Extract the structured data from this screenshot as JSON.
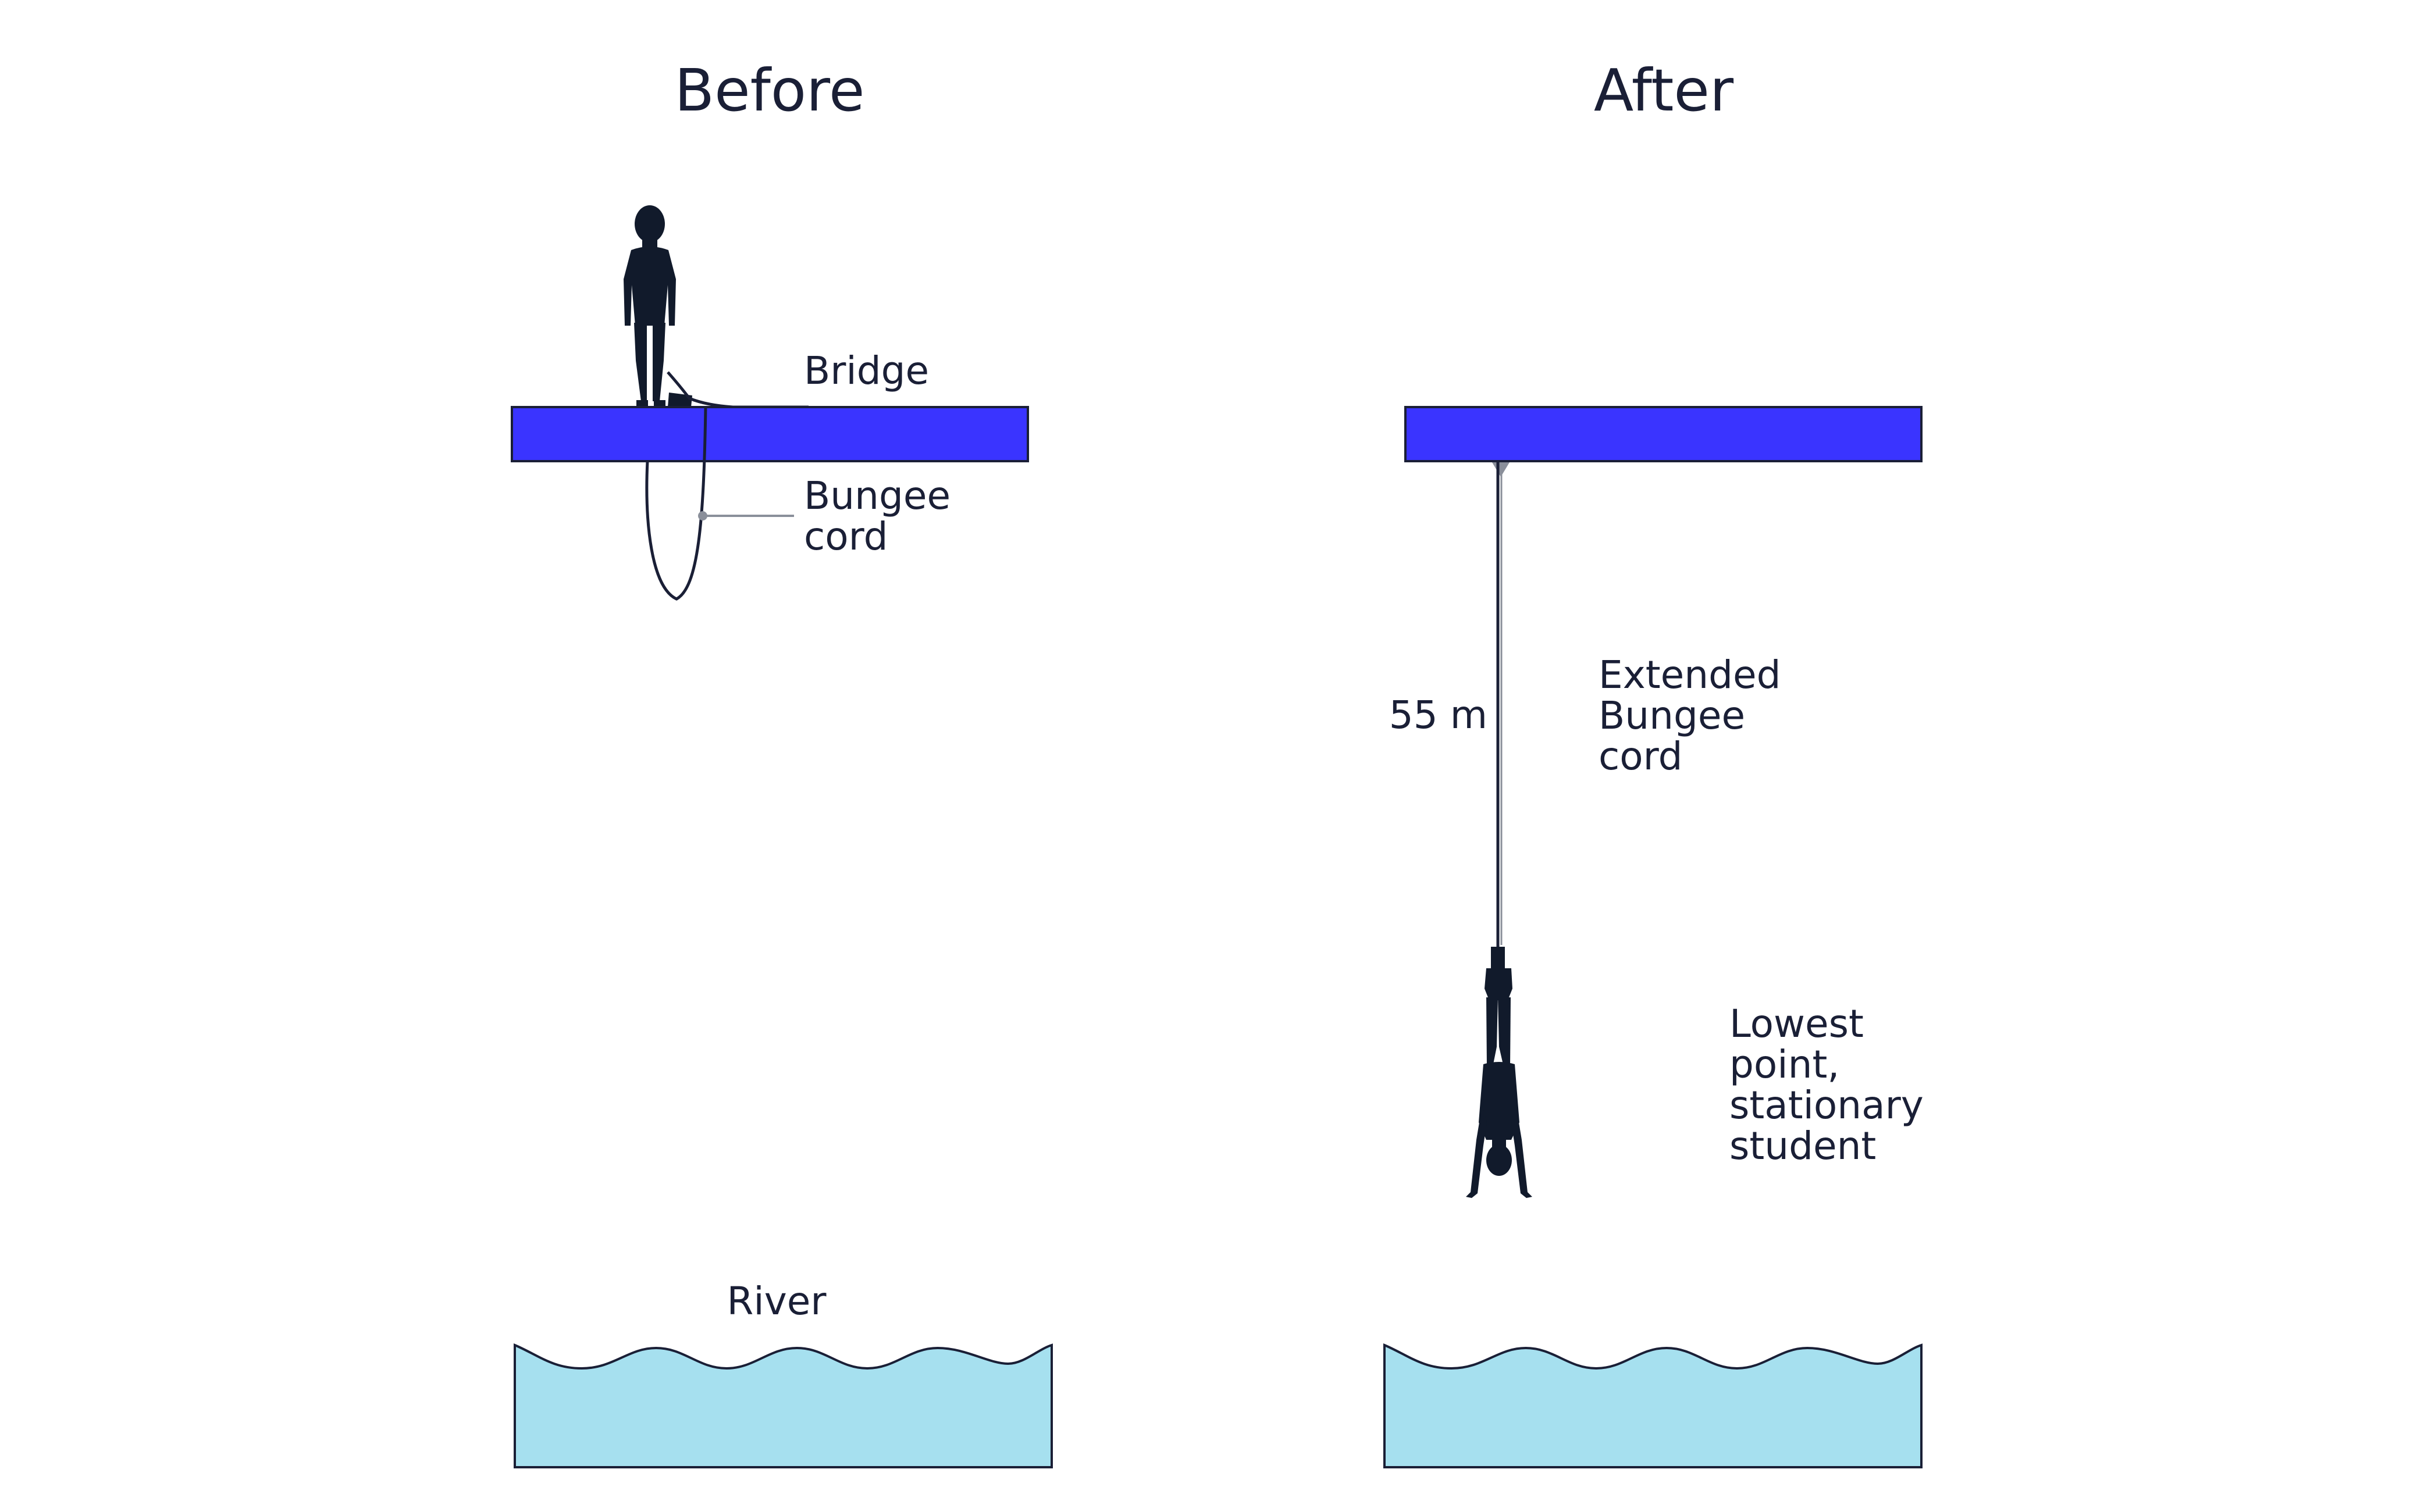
{
  "before": {
    "title": "Before",
    "bridge_label": "Bridge",
    "cord_label_line1": "Bungee",
    "cord_label_line2": "cord",
    "river_label": "River"
  },
  "after": {
    "title": "After",
    "distance_label": "55 m",
    "extended_label_line1": "Extended",
    "extended_label_line2": "Bungee",
    "extended_label_line3": "cord",
    "lowest_label_line1": "Lowest",
    "lowest_label_line2": "point,",
    "lowest_label_line3": "stationary",
    "lowest_label_line4": "student"
  },
  "colors": {
    "bridge": "#3a34ff",
    "water": "#a6e0ef",
    "silhouette": "#111a2b",
    "text": "#1a1f36"
  }
}
